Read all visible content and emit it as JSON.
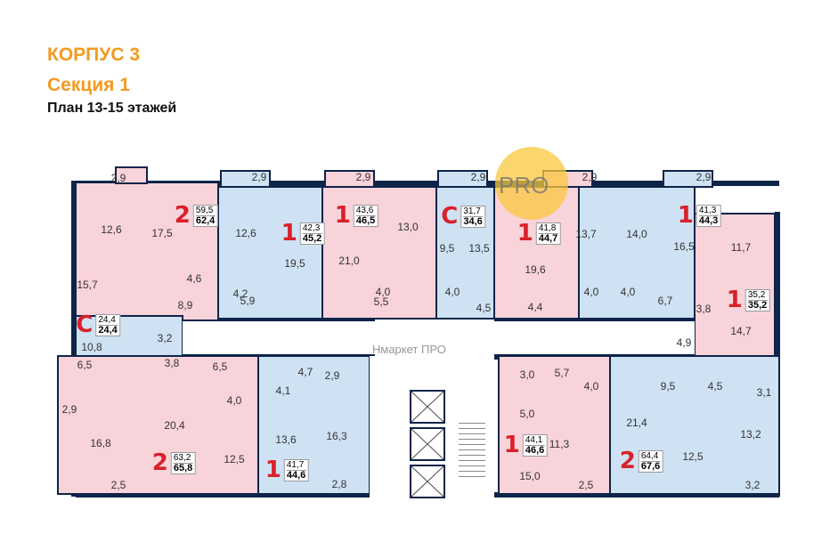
{
  "header": {
    "building": "КОРПУС 3",
    "section": "Секция 1",
    "plan": "План 13-15 этажей"
  },
  "watermark": {
    "badge": "PRO",
    "text": "Нмаркет ПРО"
  },
  "colors": {
    "title": "#f39a1f",
    "rooms_badge": "#d8212a",
    "walls": "#0e2449",
    "pink": "#f9d3da",
    "blue": "#cfe2f3"
  },
  "apartments": [
    {
      "rooms_count": "2",
      "living": "59,5",
      "total": "62,4",
      "color": "pink",
      "rooms": [
        "2,9",
        "12,6",
        "17,5",
        "15,7",
        "4,6",
        "8,9"
      ]
    },
    {
      "rooms_count": "1",
      "living": "42,3",
      "total": "45,2",
      "color": "blue",
      "rooms": [
        "2,9",
        "12,6",
        "19,5",
        "4,2",
        "5,9"
      ]
    },
    {
      "rooms_count": "1",
      "living": "43,6",
      "total": "46,5",
      "color": "pink",
      "rooms": [
        "2,9",
        "21,0",
        "13,0",
        "5,5",
        "4,0"
      ]
    },
    {
      "rooms_count": "С",
      "living": "31,7",
      "total": "34,6",
      "color": "blue",
      "rooms": [
        "2,9",
        "9,5",
        "13,5",
        "4,0",
        "4,5"
      ]
    },
    {
      "rooms_count": "1",
      "living": "41,8",
      "total": "44,7",
      "color": "pink",
      "rooms": [
        "2,9",
        "13,7",
        "19,6",
        "4,4",
        "4,0"
      ]
    },
    {
      "rooms_count": "1",
      "living": "41,3",
      "total": "44,3",
      "color": "blue",
      "rooms": [
        "2,9",
        "14,0",
        "16,5",
        "4,0",
        "6,7"
      ]
    },
    {
      "rooms_count": "1",
      "living": "35,2",
      "total": "35,2",
      "color": "pink",
      "rooms": [
        "11,7",
        "3,8",
        "14,7",
        "4,9"
      ]
    },
    {
      "rooms_count": "С",
      "living": "24,4",
      "total": "24,4",
      "color": "blue",
      "rooms": [
        "10,8",
        "3,2",
        "6,5",
        "3,8"
      ]
    },
    {
      "rooms_count": "2",
      "living": "63,2",
      "total": "65,8",
      "color": "pink",
      "rooms": [
        "6,5",
        "4,0",
        "2,9",
        "20,4",
        "16,8",
        "12,5",
        "2,5"
      ]
    },
    {
      "rooms_count": "1",
      "living": "41,7",
      "total": "44,6",
      "color": "blue",
      "rooms": [
        "4,7",
        "2,9",
        "4,1",
        "13,6",
        "16,3",
        "2,8"
      ]
    },
    {
      "rooms_count": "1",
      "living": "44,1",
      "total": "46,6",
      "color": "pink",
      "rooms": [
        "3,0",
        "5,7",
        "4,0",
        "5,0",
        "11,3",
        "15,0",
        "2,5"
      ]
    },
    {
      "rooms_count": "2",
      "living": "64,4",
      "total": "67,6",
      "color": "blue",
      "rooms": [
        "9,5",
        "4,5",
        "3,1",
        "21,4",
        "12,5",
        "13,2",
        "3,2"
      ]
    }
  ]
}
